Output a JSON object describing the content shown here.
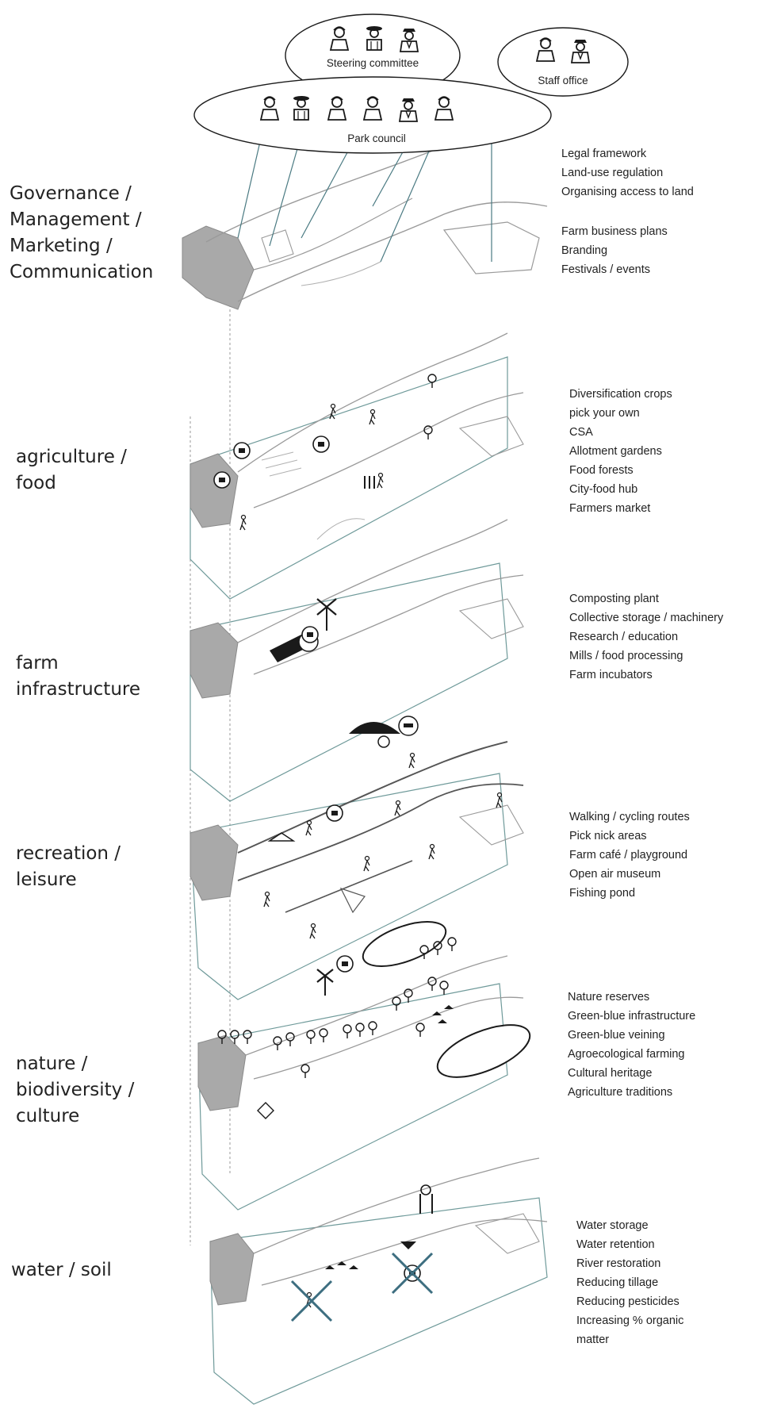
{
  "governance_bodies": {
    "steering_committee": "Steering committee",
    "staff_office": "Staff office",
    "park_council": "Park council"
  },
  "layers": [
    {
      "id": "governance",
      "title_lines": [
        "Governance /",
        "Management /",
        "Marketing /",
        "Communication"
      ],
      "item_groups": [
        [
          "Legal framework",
          "Land-use regulation",
          "Organising access to land"
        ],
        [
          "Farm business plans",
          "Branding",
          "Festivals / events"
        ]
      ]
    },
    {
      "id": "agriculture",
      "title_lines": [
        "agriculture /",
        "food"
      ],
      "items": [
        "Diversification crops",
        "pick your own",
        "CSA",
        "Allotment gardens",
        "Food forests",
        "City-food hub",
        "Farmers market"
      ]
    },
    {
      "id": "farm-infrastructure",
      "title_lines": [
        "farm",
        "infrastructure"
      ],
      "items": [
        "Composting plant",
        "Collective storage / machinery",
        "Research / education",
        "Mills / food processing",
        "Farm incubators"
      ]
    },
    {
      "id": "recreation",
      "title_lines": [
        "recreation /",
        "leisure"
      ],
      "items": [
        "Walking / cycling routes",
        "Pick nick areas",
        "Farm café / playground",
        "Open air museum",
        "Fishing pond"
      ]
    },
    {
      "id": "nature",
      "title_lines": [
        "nature /",
        "biodiversity /",
        "culture"
      ],
      "items": [
        "Nature reserves",
        "Green-blue infrastructure",
        "Green-blue veining",
        "Agroecological farming",
        "Cultural heritage",
        "Agriculture traditions"
      ]
    },
    {
      "id": "water-soil",
      "title_lines": [
        "water / soil"
      ],
      "items": [
        "Water storage",
        "Water retention",
        "River restoration",
        "Reducing tillage",
        "Reducing pesticides",
        "Increasing % organic",
        "matter"
      ]
    }
  ],
  "colors": {
    "ink": "#1a1a1a",
    "urban_grey": "#a9a9a9",
    "leader_lines": "#4a7a82",
    "cross": "#3d6e80",
    "map_lines": "#9a9a9a"
  },
  "icons": {
    "person": "person-icon",
    "farmer": "farmer-icon",
    "windmill": "windmill-icon",
    "tree": "tree-icon",
    "cyclist": "cyclist-icon",
    "museum": "museum-icon",
    "no-pesticide": "crossed-out-icon"
  }
}
